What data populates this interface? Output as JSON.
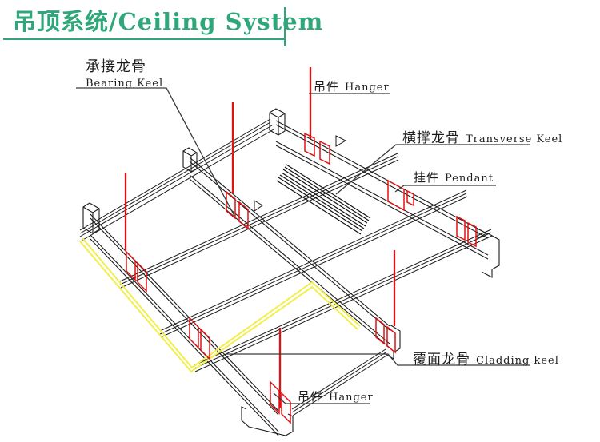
{
  "title": "吊顶系统/Ceiling System",
  "labels": {
    "bearing_keel": {
      "zh": "承接龙骨",
      "en": "Bearing Keel"
    },
    "hanger_top": {
      "zh": "吊件",
      "en": "Hanger"
    },
    "transverse_keel": {
      "zh": "横撑龙骨",
      "en": "Transverse Keel"
    },
    "pendant": {
      "zh": "挂件",
      "en": "Pendant"
    },
    "cladding_keel": {
      "zh": "覆面龙骨",
      "en": "Cladding keel"
    },
    "hanger_bottom": {
      "zh": "吊件",
      "en": "Hanger"
    }
  },
  "colors": {
    "title_green": "#2fa77a",
    "line_black": "#1c1c1c",
    "hanger_red": "#e01112",
    "edge_yellow": "#f2ee4d"
  }
}
